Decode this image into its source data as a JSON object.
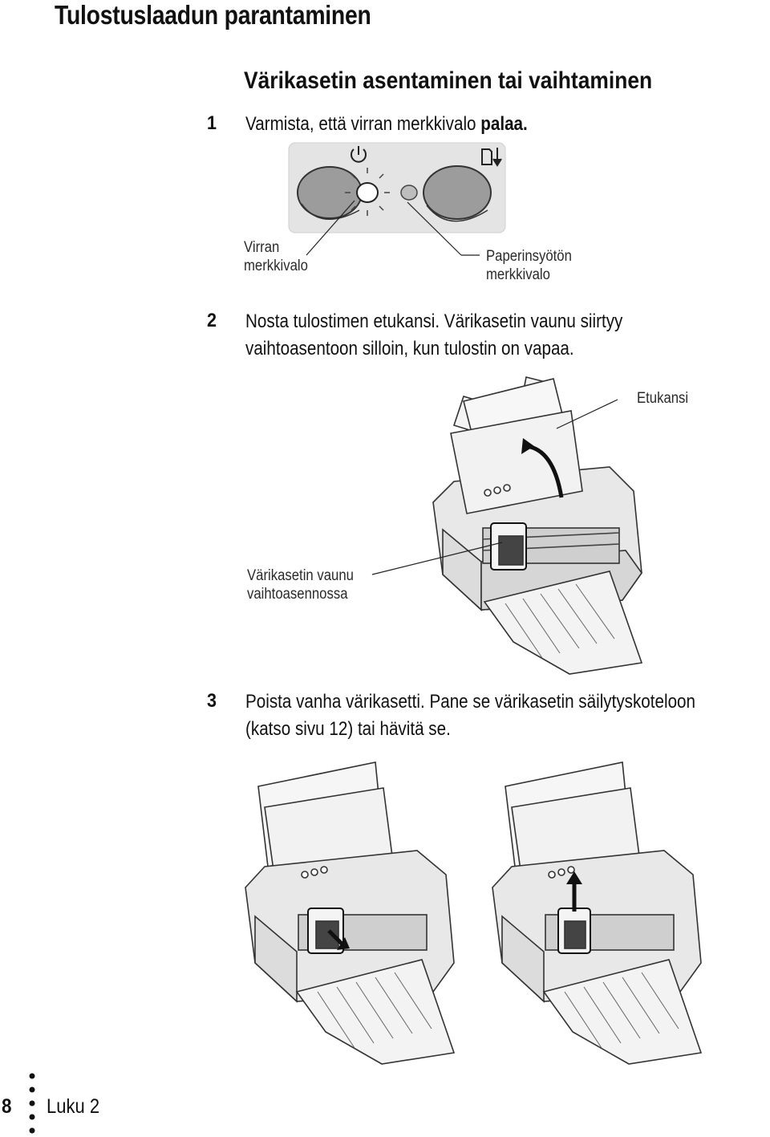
{
  "page": {
    "title": "Tulostuslaadun parantaminen",
    "section_heading": "Värikasetin asentaminen tai vaihtaminen"
  },
  "steps": [
    {
      "number": "1",
      "text": "Varmista, että virran merkkivalo ",
      "text_bold": "palaa."
    },
    {
      "number": "2",
      "line1": "Nosta tulostimen etukansi. Värikasetin vaunu siirtyy",
      "line2": "vaihtoasentoon silloin, kun tulostin on vapaa."
    },
    {
      "number": "3",
      "line1": "Poista vanha värikasetti. Pane se värikasetin säilytyskoteloon",
      "line2": "(katso sivu 12) tai hävitä se."
    }
  ],
  "callouts": {
    "power_light": [
      "Virran",
      "merkkivalo"
    ],
    "paper_feed_light": [
      "Paperinsyötön",
      "merkkivalo"
    ],
    "front_cover": "Etukansi",
    "carrier": [
      "Värikasetin vaunu",
      "vaihtoasennossa"
    ]
  },
  "footer": {
    "page_number": "8",
    "chapter": "Luku 2"
  },
  "icons": [
    "power-icon",
    "paper-feed-icon"
  ],
  "colors": {
    "text": "#111111",
    "panel": "#e6e6e6",
    "button": "#9a9a9a",
    "line": "#222222"
  }
}
